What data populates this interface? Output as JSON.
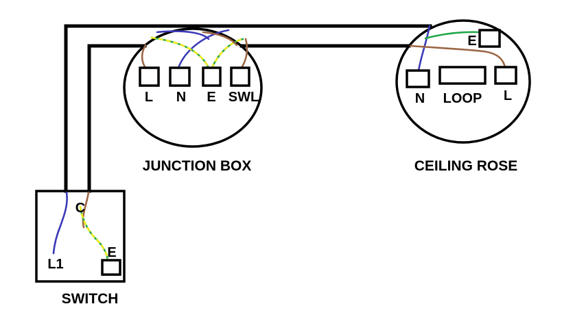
{
  "diagram": {
    "junction_box": {
      "title": "JUNCTION BOX",
      "terminals": {
        "l": "L",
        "n": "N",
        "e": "E",
        "swl": "SWL"
      }
    },
    "ceiling_rose": {
      "title": "CEILING ROSE",
      "terminals": {
        "n": "N",
        "loop": "LOOP",
        "l": "L",
        "e": "E"
      }
    },
    "switch": {
      "title": "SWITCH",
      "terminals": {
        "c": "C",
        "l1": "L1",
        "e": "E"
      }
    }
  },
  "colors": {
    "bg": "#ffffff",
    "ink": "#000000",
    "brown": "#9c6644",
    "blue": "#3a3ab8",
    "green": "#22a84a",
    "yellow": "#f0ec1e"
  }
}
